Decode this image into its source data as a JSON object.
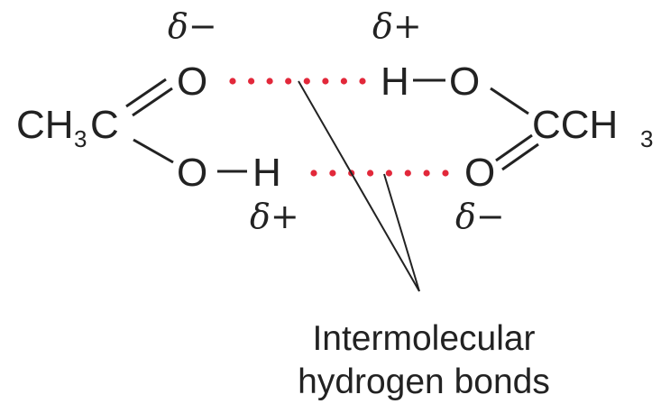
{
  "molecule_left": {
    "methyl": "CH",
    "methyl_subscript": "3",
    "carbon": "C",
    "carbonyl_oxygen": "O",
    "hydroxyl_oxygen": "O",
    "hydrogen": "H"
  },
  "molecule_right": {
    "hydrogen": "H",
    "hydroxyl_oxygen": "O",
    "carbonyl_oxygen": "O",
    "carbon_methyl": "CCH",
    "methyl_subscript": "3"
  },
  "charges": {
    "left_carbonyl_o": "δ−",
    "right_hydroxyl_h": "δ+",
    "left_hydroxyl_h": "δ+",
    "right_carbonyl_o": "δ−"
  },
  "caption": {
    "line1": "Intermolecular",
    "line2": "hydrogen bonds"
  },
  "colors": {
    "hydrogen_bond": "#e2283a",
    "ink": "#222222"
  }
}
